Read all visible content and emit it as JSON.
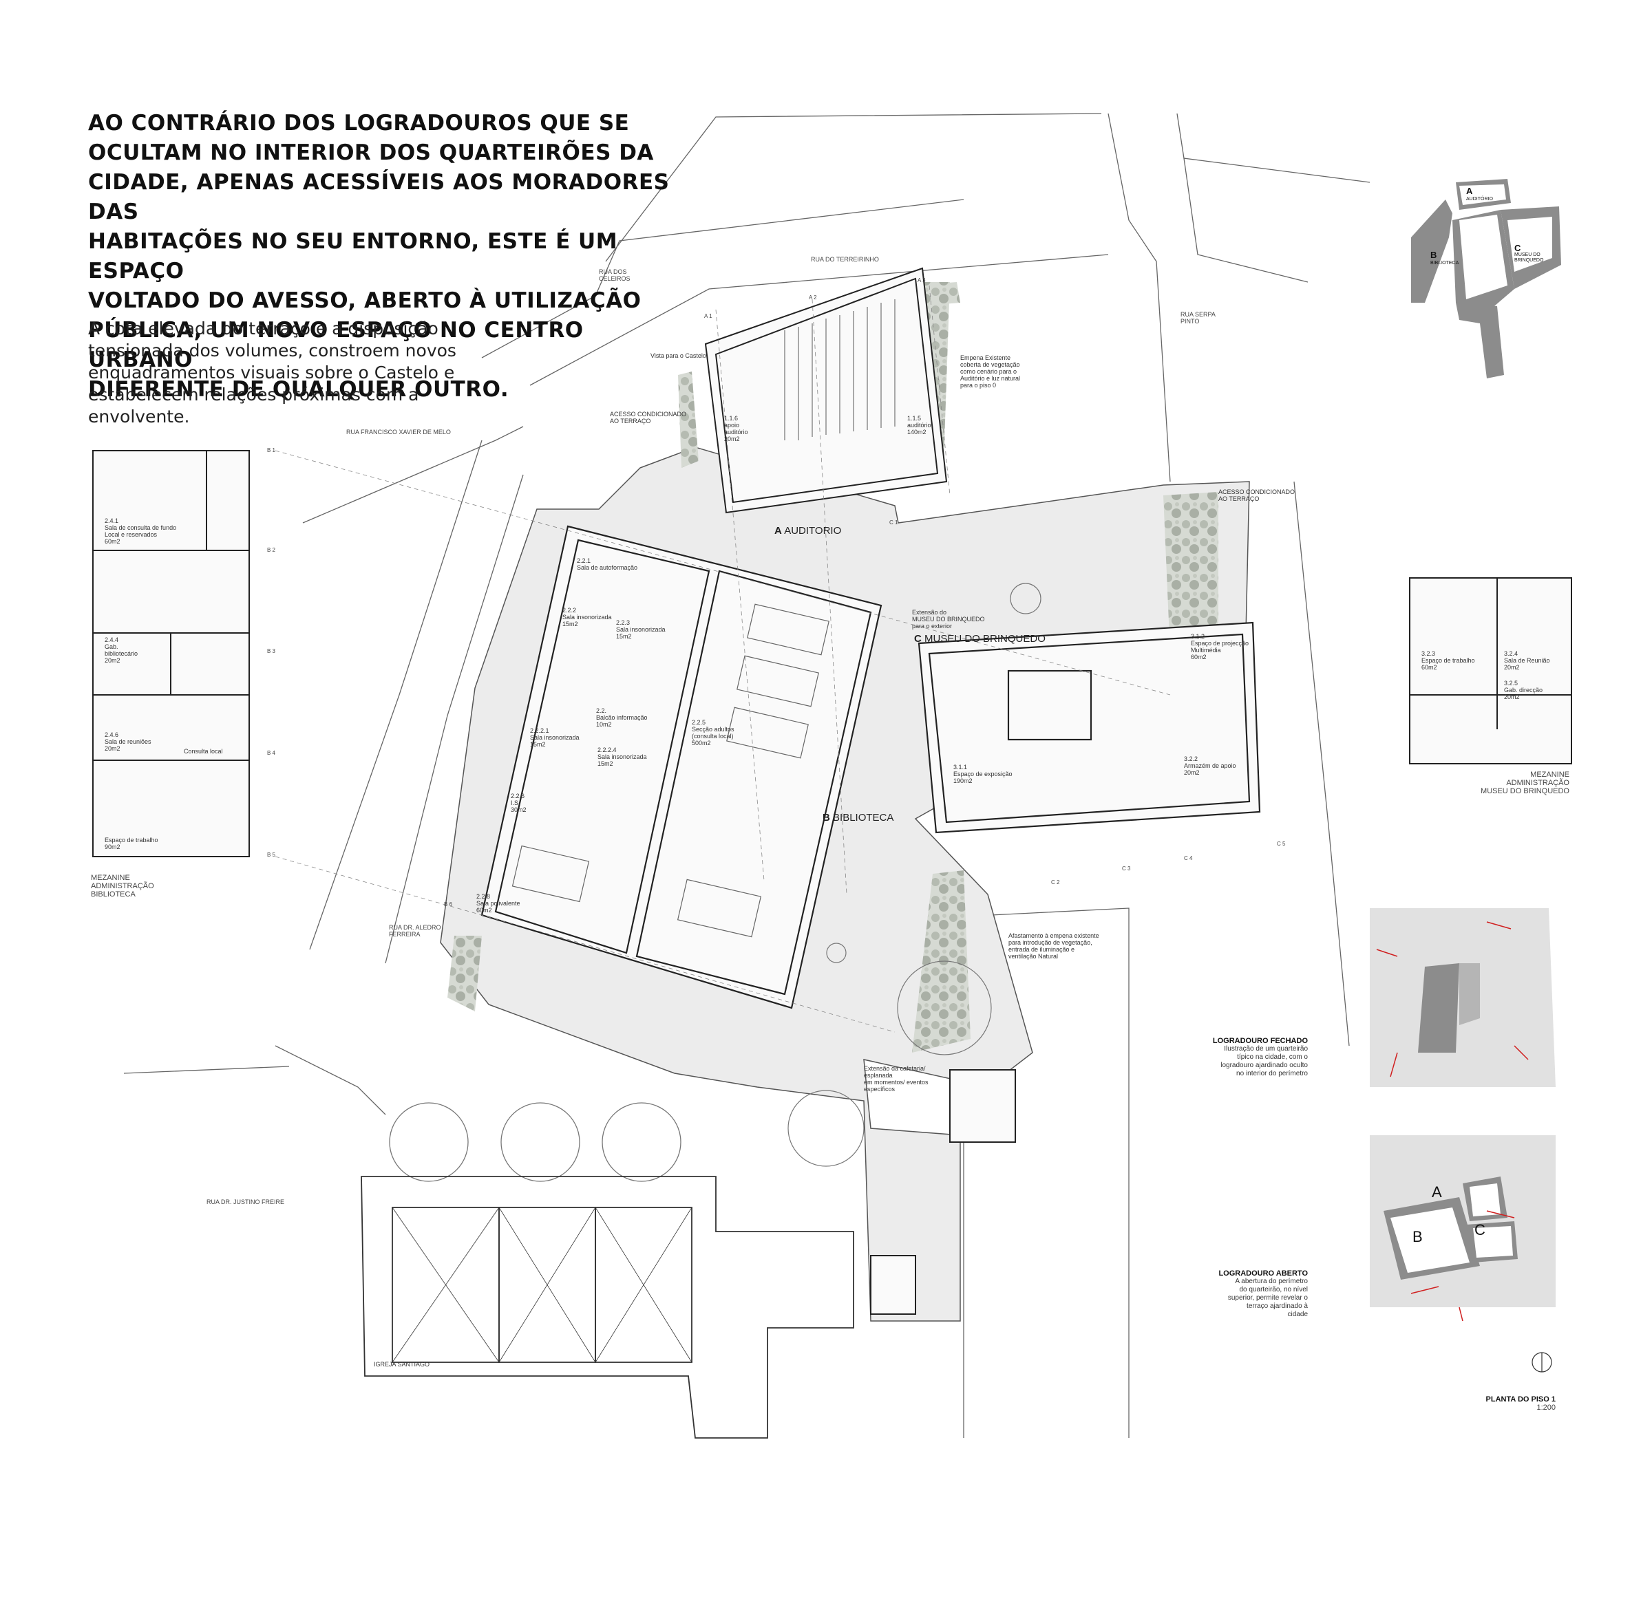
{
  "headline": [
    "AO CONTRÁRIO DOS LOGRADOUROS QUE SE",
    "OCULTAM NO INTERIOR DOS QUARTEIRÕES DA",
    "CIDADE, APENAS ACESSÍVEIS AOS MORADORES DAS",
    "HABITAÇÕES NO SEU ENTORNO, ESTE É UM ESPAÇO",
    "VOLTADO DO AVESSO, ABERTO À UTILIZAÇÃO",
    "PÚBLICA, UM NOVO ESPAÇO NO CENTRO URBANO",
    "DIFERENTE DE QUALQUER OUTRO."
  ],
  "lead": [
    "A cota elevada do terraço e a disposição",
    "tensionada dos volumes, constroem novos",
    "enquadramentos visuais sobre o Castelo e",
    "estabelecem relações próximas com a",
    "envolvente."
  ],
  "streets": {
    "terreirinho": "RUA DO TERREIRINHO",
    "celeiros": [
      "RUA DOS",
      "CELEIROS"
    ],
    "xavier": "RUA FRANCISCO XAVIER DE MELO",
    "serpa": [
      "RUA SERPA",
      "PINTO"
    ],
    "alegro": [
      "RUA DR. ALEDRO",
      "FERREIRA"
    ],
    "justino": "RUA DR. JUSTINO FREIRE"
  },
  "volumes": {
    "a": {
      "letter": "A",
      "name": "AUDITORIO"
    },
    "b": {
      "letter": "B",
      "name": "BIBLIOTECA"
    },
    "c": {
      "letter": "C",
      "name": "MUSEU DO BRINQUEDO"
    }
  },
  "rooms": {
    "r116": [
      "1.1.6",
      "apoio",
      "auditório",
      "20m2"
    ],
    "r115": [
      "1.1.5",
      "auditório",
      "140m2"
    ],
    "r221": [
      "2.2.1",
      "Sala de autoformação"
    ],
    "r222": [
      "2.2.2",
      "Sala insonorizada",
      "15m2"
    ],
    "r223": [
      "2.2.3",
      "Sala insonorizada",
      "15m2"
    ],
    "r22b": [
      "2.2.",
      "Balcão informação",
      "10m2"
    ],
    "r2221": [
      "2.2.2.1",
      "Sala insonorizada",
      "15m2"
    ],
    "r2224": [
      "2.2.2.4",
      "Sala insonorizada",
      "15m2"
    ],
    "r225": [
      "2.2.5",
      "Secção adultos",
      "(consulta local)",
      "500m2"
    ],
    "r226": [
      "2.2.6",
      "I.S.",
      "30m2"
    ],
    "r228": [
      "2.2.8",
      "Sala polivalente",
      "60m2"
    ],
    "r312": [
      "3.1.2",
      "Espaço de projecção",
      "Multimédia",
      "60m2"
    ],
    "r311": [
      "3.1.1",
      "Espaço de exposição",
      "190m2"
    ],
    "r322": [
      "3.2.2",
      "Armazém de apoio",
      "20m2"
    ]
  },
  "annotations": {
    "vista": "Vista para o Castelo",
    "acesso_a": [
      "ACESSO CONDICIONADO",
      "AO TERRAÇO"
    ],
    "acesso_c": [
      "ACESSO CONDICIONADO",
      "AO TERRAÇO"
    ],
    "empena": [
      "Empena Existente",
      "coberta de vegetação",
      "como cenário para o",
      "Auditório e luz natural",
      "para o piso 0"
    ],
    "extensao_museu": [
      "Extensão do",
      "MUSEU DO BRINQUEDO",
      "para o exterior"
    ],
    "afastamento": [
      "Afastamento à empena existente",
      "para introdução de vegetação,",
      "entrada de iluminação e",
      "ventilação Natural"
    ],
    "cafetaria": [
      "Extensão da cafetaria/",
      "esplanada",
      "em momentos/ eventos",
      "específicos"
    ],
    "igreja": "IGREJA SANTIAGO",
    "consulta_local": "Consulta local"
  },
  "mezzanine_left": {
    "rooms": {
      "m241": [
        "2.4.1",
        "Sala de consulta de fundo",
        "Local e reservados",
        "60m2"
      ],
      "m244": [
        "2.4.4",
        "Gab.",
        "bibliotecário",
        "20m2"
      ],
      "m246": [
        "2.4.6",
        "Sala de reuniões",
        "20m2"
      ],
      "m247": [
        "Espaço de trabalho",
        "90m2"
      ]
    },
    "caption": [
      "MEZANINE",
      "ADMINISTRAÇÃO",
      "BIBLIOTECA"
    ]
  },
  "mezzanine_right": {
    "rooms": {
      "m323": [
        "3.2.3",
        "Espaço de trabalho",
        "60m2"
      ],
      "m324": [
        "3.2.4",
        "Sala de Reunião",
        "20m2"
      ],
      "m325": [
        "3.2.5",
        "Gab. direcção",
        "20m2"
      ]
    },
    "caption": [
      "MEZANINE",
      "ADMINISTRAÇÃO",
      "MUSEU DO BRINQUEDO"
    ]
  },
  "key_map": {
    "a": {
      "letter": "A",
      "name": "AUDITÓRIO"
    },
    "b": {
      "letter": "B",
      "name": "BIBLIOTECA"
    },
    "c": {
      "letter": "C",
      "name": "MUSEU DO",
      "name2": "BRINQUEDO"
    }
  },
  "diagram_closed": {
    "title": "LOGRADOURO FECHADO",
    "lines": [
      "Ilustração de um quarteirão",
      "típico na cidade, com o",
      "logradouro ajardinado oculto",
      "no interior do perímetro"
    ]
  },
  "diagram_open": {
    "title": "LOGRADOURO ABERTO",
    "lines": [
      "A abertura do perímetro",
      "do quarteirão, no nível",
      "superior, permite revelar o",
      "terraço ajardinado à",
      "cidade"
    ],
    "letters": [
      "A",
      "B",
      "C"
    ]
  },
  "plan_title": "PLANTA DO PISO 1",
  "scale": "1:200",
  "axes": {
    "a": [
      "A 1",
      "A 2",
      "A 3"
    ],
    "b": [
      "B 1",
      "B 2",
      "B 3",
      "B 4",
      "B 5",
      "B 6"
    ],
    "c": [
      "C 1",
      "C 2",
      "C 3",
      "C 4",
      "C 5"
    ]
  },
  "colors": {
    "ink": "#111111",
    "line": "#555555",
    "terrace": "#eaeaea",
    "vegetation": "#c3c8c0",
    "key_dark": "#8c8c8c",
    "key_light": "#e1e1e1",
    "arrow": "#d02020"
  }
}
